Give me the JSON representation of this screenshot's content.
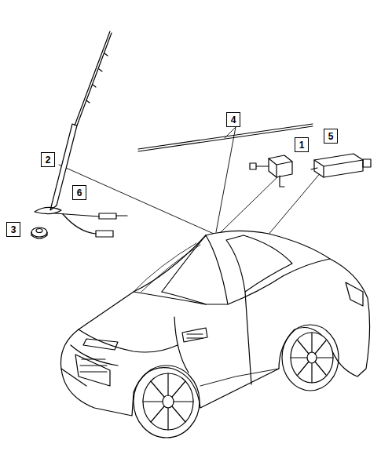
{
  "diagram": {
    "nodes": [
      {
        "text": [
          "4"
        ]
      },
      {
        "text": [
          "5"
        ]
      },
      {
        "text": [
          "1"
        ]
      },
      {
        "text": [
          "2"
        ]
      },
      {
        "text": [
          "6"
        ]
      },
      {
        "text": [
          "3"
        ]
      }
    ]
  }
}
